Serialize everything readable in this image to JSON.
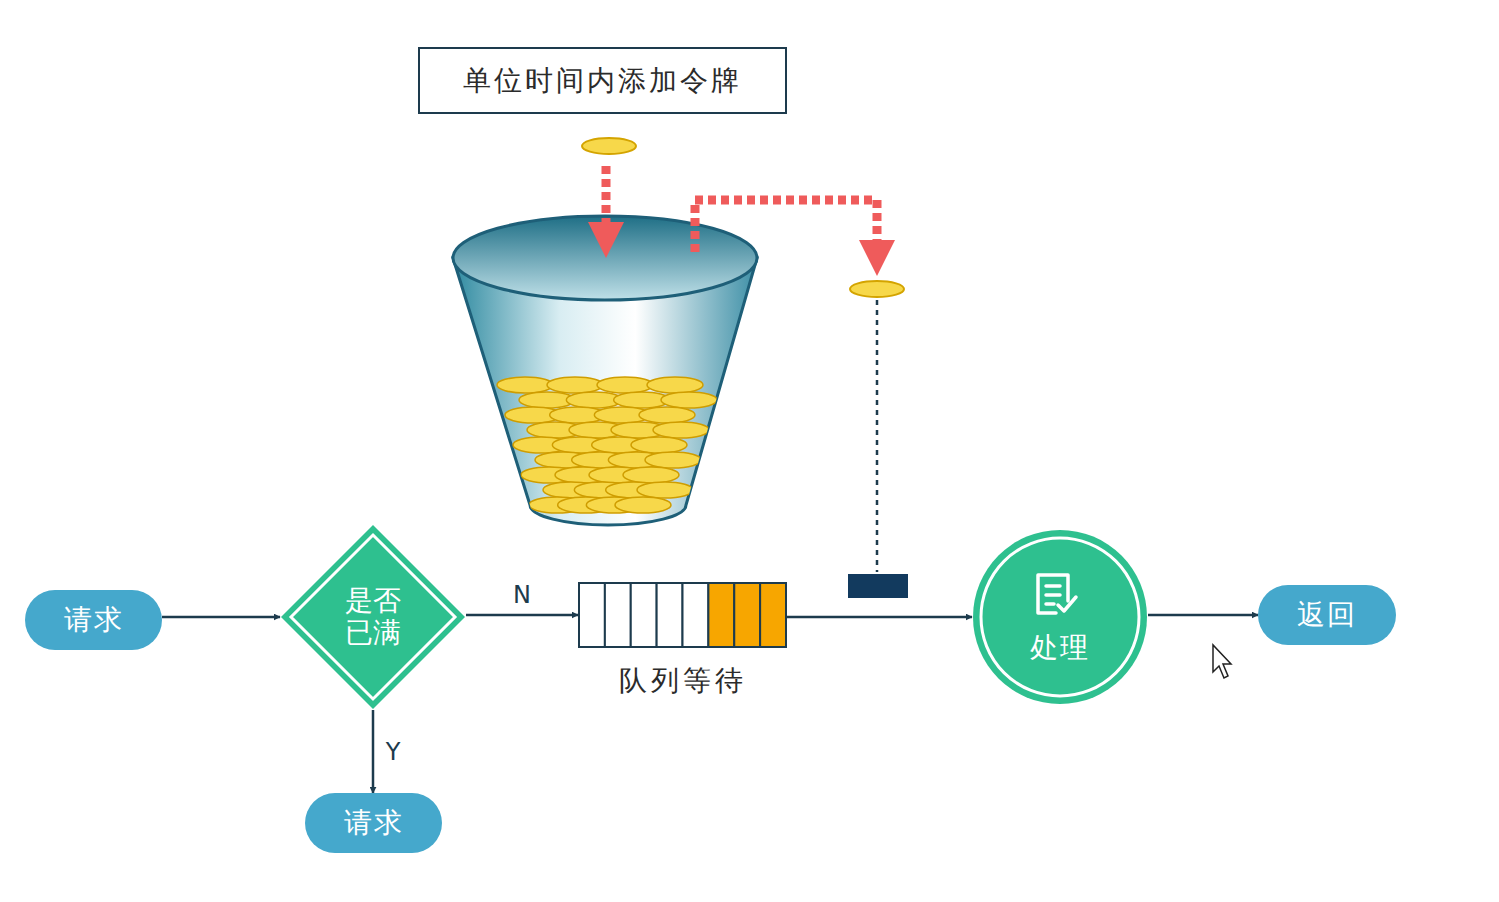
{
  "diagram": {
    "nodes": [
      {
        "text": [
          "单位时间内添加令牌"
        ]
      },
      {
        "text": [
          "请求"
        ]
      },
      {
        "text": [
          "是否 已满"
        ]
      },
      {
        "text": [
          "队列等待"
        ]
      },
      {
        "text": [
          "处理"
        ]
      },
      {
        "text": [
          "返回"
        ]
      },
      {
        "text": [
          "请求"
        ]
      }
    ],
    "edges": [
      {
        "from": 1,
        "to": 2,
        "arrow": "to"
      },
      {
        "from": 2,
        "to": 3,
        "label": "N",
        "arrow": "to"
      },
      {
        "from": 3,
        "to": 4,
        "arrow": "to"
      },
      {
        "from": 4,
        "to": 5,
        "arrow": "to"
      },
      {
        "from": 2,
        "to": 6,
        "label": "Y",
        "arrow": "to"
      }
    ]
  }
}
